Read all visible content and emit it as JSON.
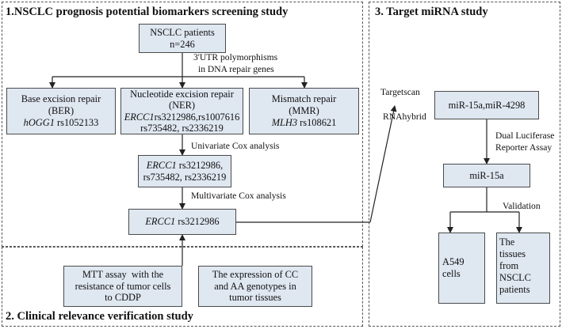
{
  "sections": {
    "s1_title": "1.NSCLC prognosis potential biomarkers screening study",
    "s2_title": "2. Clinical relevance verification  study",
    "s3_title": "3. Target miRNA study"
  },
  "boxes": {
    "patients": {
      "line1": "NSCLC patients",
      "line2": "n=246"
    },
    "ber": {
      "line1": "Base excision repair",
      "line2": "(BER)",
      "gene": "hOGG1",
      "snp": " rs1052133"
    },
    "ner": {
      "line1": "Nucleotide excision repair",
      "line2": "(NER)",
      "gene": "ERCC1",
      "snp_a": "rs3212986,rs1007616",
      "line4": "rs735482, rs2336219"
    },
    "mmr": {
      "line1": "Mismatch repair",
      "line2": "(MMR)",
      "gene": "MLH3",
      "snp": " rs108621"
    },
    "ercc1_multi": {
      "gene": "ERCC1",
      "snp_a": " rs3212986,",
      "line2": "rs735482, rs2336219"
    },
    "ercc1_final": {
      "gene": "ERCC1",
      "snp": " rs3212986"
    },
    "mtt": {
      "line1": "MTT assay  with the",
      "line2": "resistance of tumor cells",
      "line3": "to CDDP"
    },
    "expression": {
      "line1": "The expression of CC",
      "line2": "and AA genotypes in",
      "line3": "tumor tissues"
    },
    "mirna_pair": {
      "text": "miR-15a,miR-4298"
    },
    "mir15a": {
      "text": "miR-15a"
    },
    "a549": {
      "line1": "A549",
      "line2": "cells"
    },
    "tissues": {
      "line1": "The",
      "line2": "tissues",
      "line3": "from",
      "line4": "NSCLC",
      "line5": "patients"
    }
  },
  "labels": {
    "utr_1": "3'UTR polymorphisms",
    "utr_2": "in DNA repair genes",
    "univariate": "Univariate Cox analysis",
    "multivariate": "Multivariate Cox analysis",
    "targetscan": "Targetscan",
    "rnahybrid": "RNAhybrid",
    "dual_1": "Dual Luciferase",
    "dual_2": "Reporter Assay",
    "validation": "Validation"
  },
  "colors": {
    "box_fill": "#dfe7f1",
    "box_border": "#4a4a4a",
    "line": "#222222",
    "dash": "#555555"
  }
}
